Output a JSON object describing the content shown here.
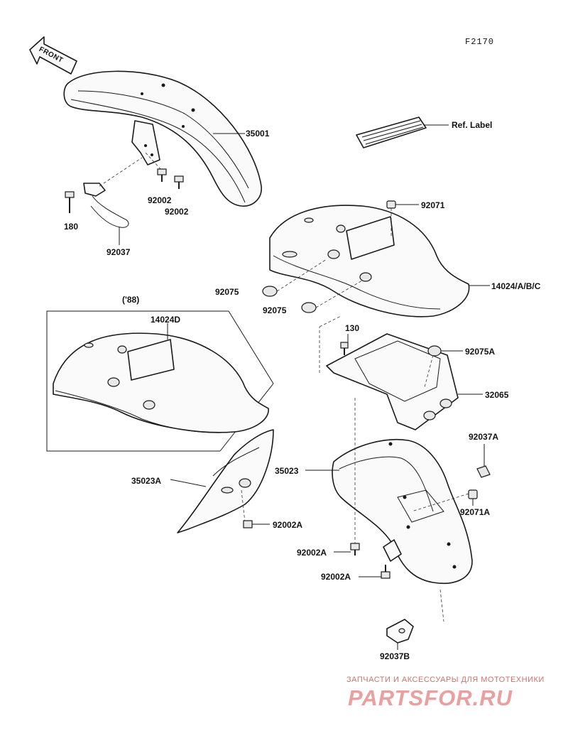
{
  "figure_number": "F2170",
  "front_arrow_label": "FRONT",
  "year_note": "('88)",
  "ref_label": "Ref. Label",
  "parts": {
    "p35001": "35001",
    "p92002_a": "92002",
    "p92002_b": "92002",
    "p180": "180",
    "p92037": "92037",
    "p92071": "92071",
    "p92075_a": "92075",
    "p92075_b": "92075",
    "p14024abc": "14024/A/B/C",
    "p14024d": "14024D",
    "p130": "130",
    "p92075A": "92075A",
    "p32065": "32065",
    "p92037A": "92037A",
    "p35023": "35023",
    "p35023A": "35023A",
    "p92071A": "92071A",
    "p92002A_a": "92002A",
    "p92002A_b": "92002A",
    "p92002A_c": "92002A",
    "p92037B": "92037B"
  },
  "watermark": {
    "line1": "ЗАПЧАСТИ И АКСЕССУАРЫ ДЛЯ МОТОТЕХНИКИ",
    "line2": "PARTSFOR.RU"
  }
}
